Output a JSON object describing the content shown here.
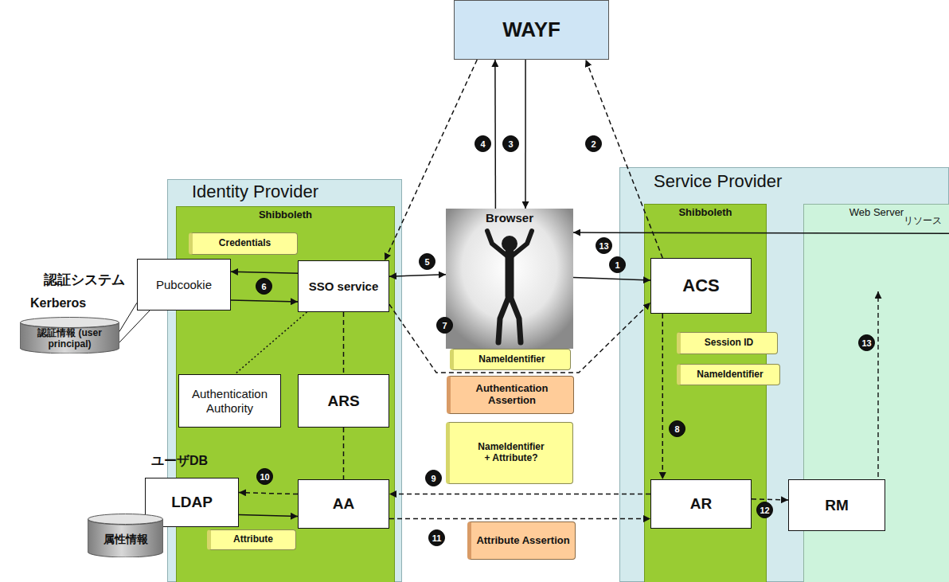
{
  "diagram": {
    "nodes": [
      {
        "text": [
          "WAYF"
        ]
      },
      {
        "text": [
          "Identity Provider"
        ]
      },
      {
        "text": [
          "Shibboleth"
        ],
        "in": 1
      },
      {
        "text": [
          "Credentials"
        ],
        "in": 2
      },
      {
        "text": [
          "Pubcookie"
        ]
      },
      {
        "text": [
          "SSO service"
        ],
        "in": 2
      },
      {
        "text": [
          "認証情報 (user principal)"
        ]
      },
      {
        "text": [
          "Authentication Authority"
        ],
        "in": 2
      },
      {
        "text": [
          "ARS"
        ],
        "in": 2
      },
      {
        "text": [
          "LDAP"
        ]
      },
      {
        "text": [
          "AA"
        ],
        "in": 2
      },
      {
        "text": [
          "属性情報"
        ]
      },
      {
        "text": [
          "Attribute"
        ],
        "in": 2
      },
      {
        "text": [
          "Browser"
        ]
      },
      {
        "text": [
          "NameIdentifier"
        ]
      },
      {
        "text": [
          "Authentication Assertion"
        ]
      },
      {
        "text": [
          "NameIdentifier + Attribute?"
        ]
      },
      {
        "text": [
          "Attribute Assertion"
        ]
      },
      {
        "text": [
          "Service Provider"
        ]
      },
      {
        "text": [
          "Shibboleth"
        ],
        "in": 18
      },
      {
        "text": [
          "ACS"
        ],
        "in": 19
      },
      {
        "text": [
          "Session ID"
        ],
        "in": 19
      },
      {
        "text": [
          "NameIdentifier"
        ],
        "in": 19
      },
      {
        "text": [
          "AR"
        ],
        "in": 19
      },
      {
        "text": [
          "Web Server"
        ],
        "in": 18
      },
      {
        "text": [
          "RM"
        ],
        "in": 24
      }
    ],
    "edges": [
      {
        "from": 13,
        "to": 20,
        "arrow": "to"
      },
      {
        "from": 20,
        "to": 0,
        "arrow": "to"
      },
      {
        "from": 13,
        "to": 0,
        "arrow": "to"
      },
      {
        "from": 0,
        "to": 13,
        "arrow": "to"
      },
      {
        "from": 0,
        "to": 5,
        "arrow": "to"
      },
      {
        "from": 5,
        "to": 13,
        "arrow": "both"
      },
      {
        "from": 5,
        "to": 4,
        "arrow": "to"
      },
      {
        "from": 4,
        "to": 5,
        "arrow": "to"
      },
      {
        "from": 5,
        "to": 20,
        "arrow": "to"
      },
      {
        "from": 20,
        "to": 23,
        "arrow": "to"
      },
      {
        "from": 23,
        "to": 10,
        "arrow": "to"
      },
      {
        "from": 10,
        "to": 23,
        "arrow": "to"
      },
      {
        "from": 10,
        "to": 9,
        "arrow": "to"
      },
      {
        "from": 9,
        "to": 10,
        "arrow": "to"
      },
      {
        "from": 23,
        "to": 25,
        "arrow": "to"
      },
      {
        "from": 24,
        "to": 13,
        "arrow": "to"
      },
      {
        "from": 5,
        "to": 7,
        "arrow": "none"
      },
      {
        "from": 5,
        "to": 8,
        "arrow": "none"
      },
      {
        "from": 8,
        "to": 10,
        "arrow": "none"
      },
      {
        "from": 4,
        "to": 6,
        "arrow": "none"
      }
    ],
    "labels": [
      "認証システム",
      "Kerberos",
      "ユーザDB",
      "リソース",
      "4",
      "3",
      "2",
      "13",
      "5",
      "1",
      "6",
      "7",
      "8",
      "9",
      "10",
      "11",
      "12",
      "13"
    ]
  }
}
